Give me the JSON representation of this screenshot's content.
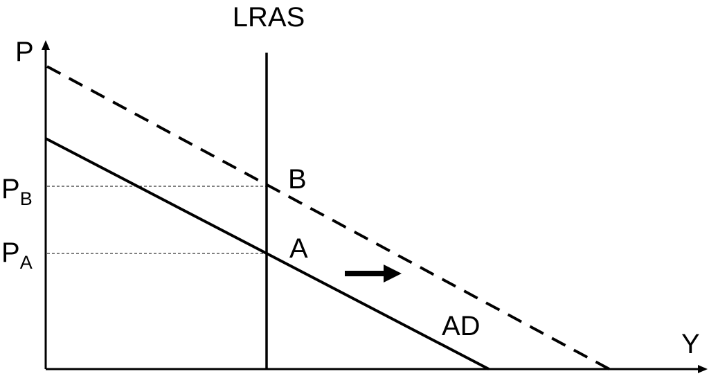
{
  "diagram": {
    "lras_label": "LRAS",
    "y_axis_label": "P",
    "x_axis_label": "Y",
    "ad_label": "AD",
    "point_a_label": "A",
    "point_b_label": "B",
    "price_b": {
      "main": "P",
      "sub": "B"
    },
    "price_a": {
      "main": "P",
      "sub": "A"
    },
    "colors": {
      "ink": "#000000",
      "background": "#ffffff"
    }
  }
}
